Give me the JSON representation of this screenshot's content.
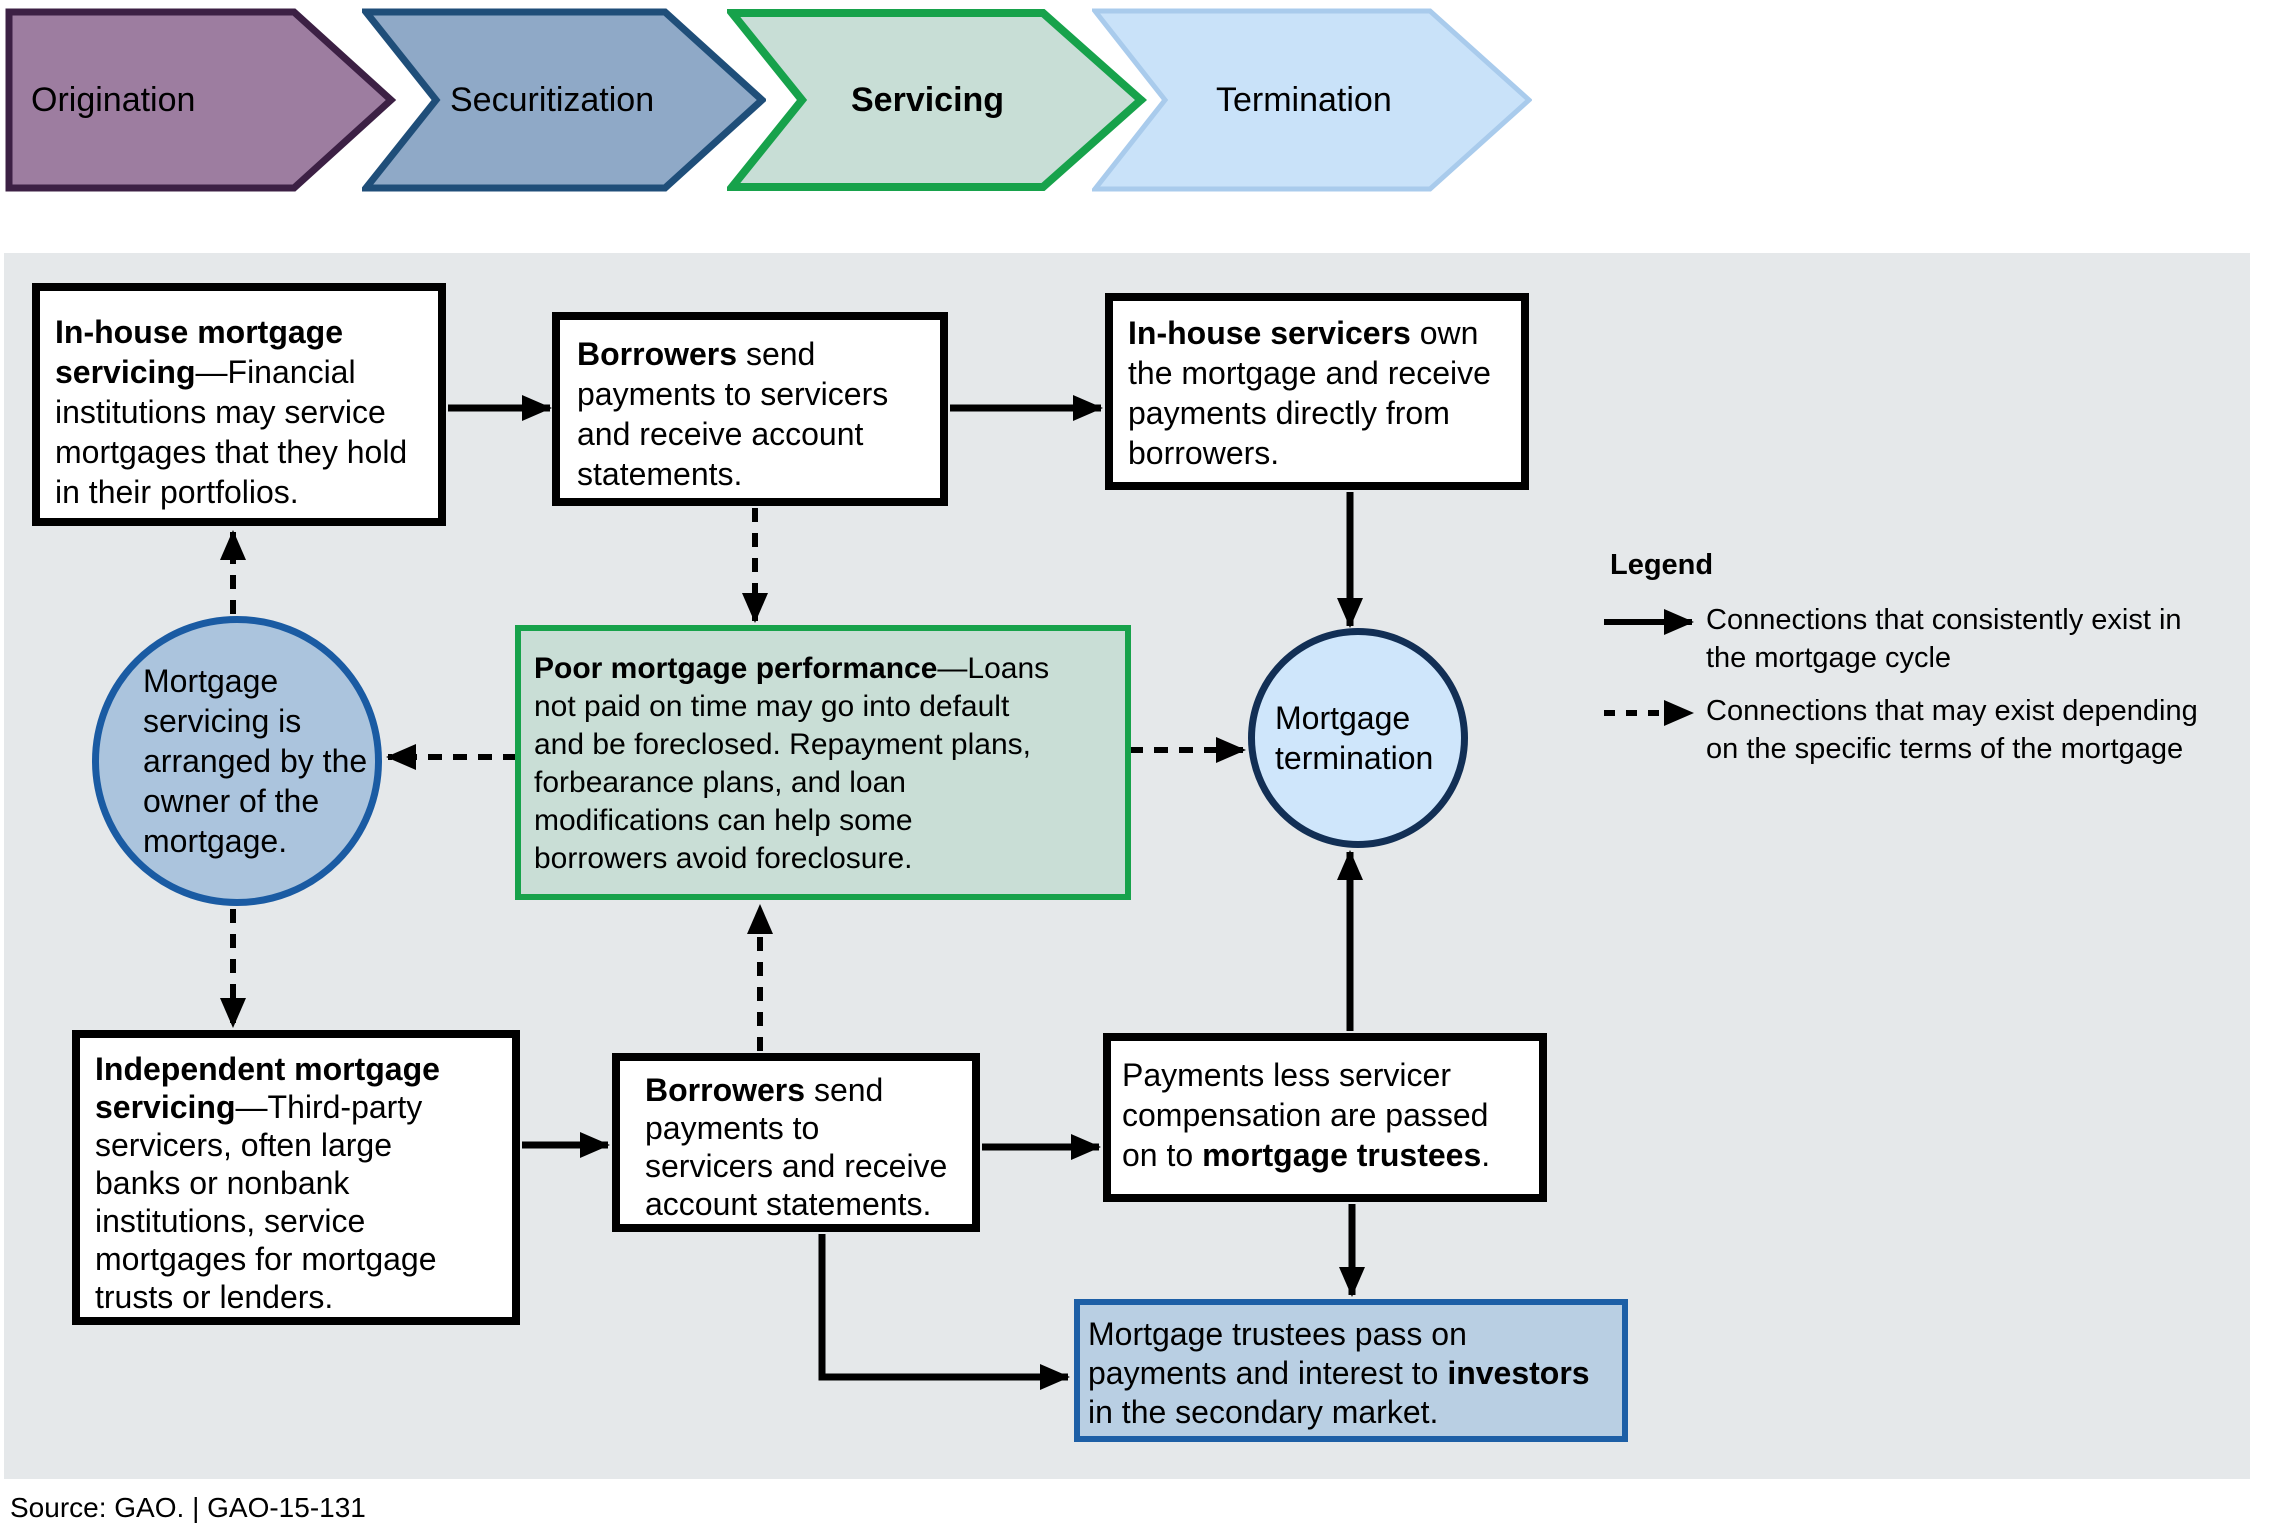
{
  "colors": {
    "panel_bg": "#e5e8ea",
    "plain_box_border": "#000000",
    "green_fill": "#c9ded6",
    "green_border": "#17a24b",
    "owner_circle_fill": "#abc4dd",
    "owner_circle_border": "#1a5ba3",
    "termination_circle_fill": "#cfe6fb",
    "termination_circle_border": "#122f55",
    "trustees_fill": "#b9cfe3",
    "trustees_border": "#1d5fa6",
    "arrow": "#000000"
  },
  "banner": {
    "stages": [
      {
        "id": "origination",
        "label": "Origination",
        "fill": "#9d7da0",
        "stroke": "#3c2044"
      },
      {
        "id": "securitization",
        "label": "Securitization",
        "fill": "#8fa9c7",
        "stroke": "#1f4e79"
      },
      {
        "id": "servicing",
        "label": "Servicing",
        "fill": "#c8ded6",
        "stroke": "#17a24b"
      },
      {
        "id": "termination",
        "label": "Termination",
        "fill": "#c9e2f9",
        "stroke": "#a9cbec"
      }
    ]
  },
  "nodes": {
    "in_house_servicing": {
      "lines": [
        [
          {
            "t": "In-house mortgage",
            "b": true
          }
        ],
        [
          {
            "t": "servicing",
            "b": true
          },
          {
            "t": "—Financial",
            "b": false
          }
        ],
        [
          {
            "t": "institutions may service",
            "b": false
          }
        ],
        [
          {
            "t": "mortgages that they hold",
            "b": false
          }
        ],
        [
          {
            "t": "in their portfolios.",
            "b": false
          }
        ]
      ]
    },
    "borrowers_top": {
      "lines": [
        [
          {
            "t": "Borrowers",
            "b": true
          },
          {
            "t": " send",
            "b": false
          }
        ],
        [
          {
            "t": "payments to servicers",
            "b": false
          }
        ],
        [
          {
            "t": "and receive account",
            "b": false
          }
        ],
        [
          {
            "t": "statements.",
            "b": false
          }
        ]
      ]
    },
    "in_house_servicers": {
      "lines": [
        [
          {
            "t": "In-house servicers",
            "b": true
          },
          {
            "t": " own",
            "b": false
          }
        ],
        [
          {
            "t": "the mortgage and receive",
            "b": false
          }
        ],
        [
          {
            "t": "payments directly from",
            "b": false
          }
        ],
        [
          {
            "t": "borrowers.",
            "b": false
          }
        ]
      ]
    },
    "poor_performance": {
      "lines": [
        [
          {
            "t": "Poor mortgage performance",
            "b": true
          },
          {
            "t": "—Loans",
            "b": false
          }
        ],
        [
          {
            "t": "not paid on time may go into default",
            "b": false
          }
        ],
        [
          {
            "t": "and be foreclosed. Repayment plans,",
            "b": false
          }
        ],
        [
          {
            "t": "forbearance plans, and loan",
            "b": false
          }
        ],
        [
          {
            "t": "modifications can help some",
            "b": false
          }
        ],
        [
          {
            "t": "borrowers avoid foreclosure.",
            "b": false
          }
        ]
      ]
    },
    "servicing_arranged": {
      "lines": [
        [
          {
            "t": "Mortgage",
            "b": false
          }
        ],
        [
          {
            "t": "servicing is",
            "b": false
          }
        ],
        [
          {
            "t": "arranged by the",
            "b": false
          }
        ],
        [
          {
            "t": "owner of the",
            "b": false
          }
        ],
        [
          {
            "t": "mortgage.",
            "b": false
          }
        ]
      ]
    },
    "mortgage_termination": {
      "lines": [
        [
          {
            "t": "Mortgage",
            "b": false
          }
        ],
        [
          {
            "t": "termination",
            "b": false
          }
        ]
      ]
    },
    "independent_servicing": {
      "lines": [
        [
          {
            "t": "Independent mortgage",
            "b": true
          }
        ],
        [
          {
            "t": "servicing",
            "b": true
          },
          {
            "t": "—Third-party",
            "b": false
          }
        ],
        [
          {
            "t": "servicers, often large",
            "b": false
          }
        ],
        [
          {
            "t": "banks or nonbank",
            "b": false
          }
        ],
        [
          {
            "t": "institutions, service",
            "b": false
          }
        ],
        [
          {
            "t": "mortgages for mortgage",
            "b": false
          }
        ],
        [
          {
            "t": "trusts or lenders.",
            "b": false
          }
        ]
      ]
    },
    "borrowers_bottom": {
      "lines": [
        [
          {
            "t": "Borrowers",
            "b": true
          },
          {
            "t": " send",
            "b": false
          }
        ],
        [
          {
            "t": "payments to",
            "b": false
          }
        ],
        [
          {
            "t": "servicers and receive",
            "b": false
          }
        ],
        [
          {
            "t": "account statements.",
            "b": false
          }
        ]
      ]
    },
    "payments_less": {
      "lines": [
        [
          {
            "t": "Payments less servicer",
            "b": false
          }
        ],
        [
          {
            "t": "compensation are passed",
            "b": false
          }
        ],
        [
          {
            "t": "on to ",
            "b": false
          },
          {
            "t": "mortgage trustees",
            "b": true
          },
          {
            "t": ".",
            "b": false
          }
        ]
      ]
    },
    "trustees_pass": {
      "lines": [
        [
          {
            "t": "Mortgage trustees pass on",
            "b": false
          }
        ],
        [
          {
            "t": "payments and interest to ",
            "b": false
          },
          {
            "t": "investors",
            "b": true
          }
        ],
        [
          {
            "t": "in the secondary market.",
            "b": false
          }
        ]
      ]
    }
  },
  "legend": {
    "title": "Legend",
    "solid": {
      "lines": [
        [
          {
            "t": "Connections that consistently exist in",
            "b": false
          }
        ],
        [
          {
            "t": "the mortgage cycle",
            "b": false
          }
        ]
      ]
    },
    "dashed": {
      "lines": [
        [
          {
            "t": "Connections that may exist depending",
            "b": false
          }
        ],
        [
          {
            "t": "on the specific terms of the mortgage",
            "b": false
          }
        ]
      ]
    }
  },
  "source": "Source: GAO.  |  GAO-15-131"
}
